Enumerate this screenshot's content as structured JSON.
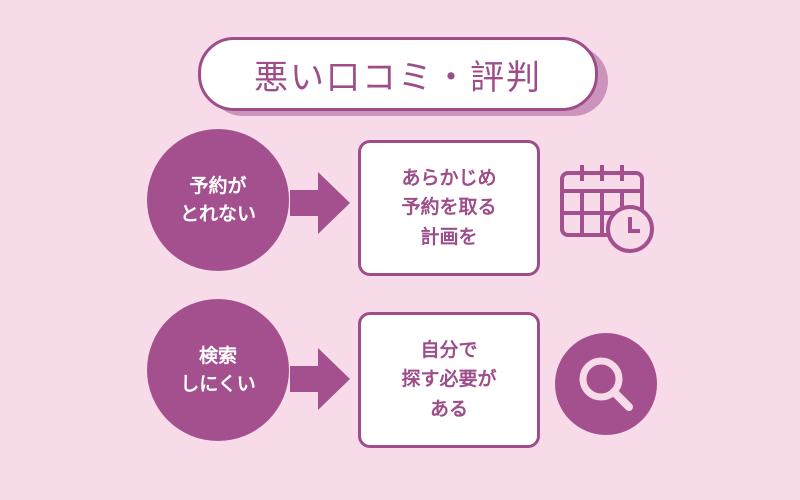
{
  "title": "悪い口コミ・評判",
  "rows": [
    {
      "problem": [
        "予約が",
        "とれない"
      ],
      "solution": [
        "あらかじめ",
        "予約を取る",
        "計画を"
      ],
      "icon": "calendar-clock-icon"
    },
    {
      "problem": [
        "検索",
        "しにくい"
      ],
      "solution": [
        "自分で",
        "探す必要が",
        "ある"
      ],
      "icon": "search-icon"
    }
  ],
  "colors": {
    "background": "#f8dbe8",
    "accent": "#a4508f"
  }
}
